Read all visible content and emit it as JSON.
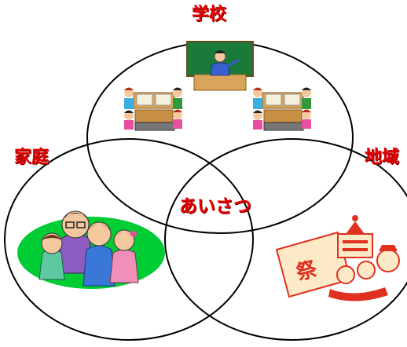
{
  "diagram": {
    "circles": [
      {
        "name": "school",
        "label": "学校"
      },
      {
        "name": "home",
        "label": "家庭"
      },
      {
        "name": "community",
        "label": "地域"
      }
    ],
    "center_label": "あいさつ",
    "colors": {
      "label": "#e60000",
      "circle_stroke": "#000000",
      "home_blob": "#00cc33",
      "blackboard": "#1a7a3a",
      "festival_red": "#e0301e",
      "festival_cream": "#fbe9c8"
    }
  }
}
